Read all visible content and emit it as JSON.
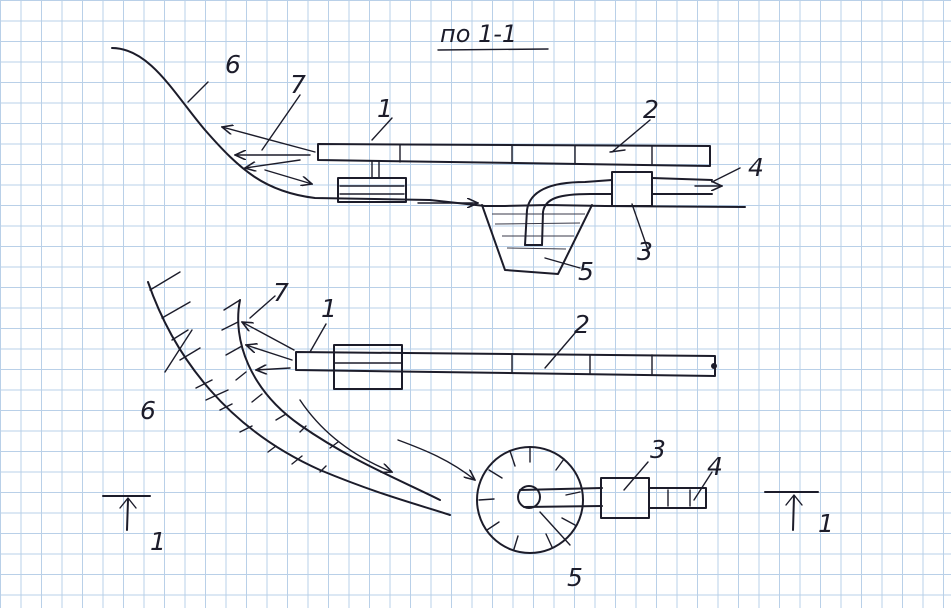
{
  "title": "по 1-1",
  "labels": {
    "top_6": "6",
    "top_7": "7",
    "top_1": "1",
    "top_2": "2",
    "top_3": "3",
    "top_4": "4",
    "top_5": "5",
    "plan_7": "7",
    "plan_1": "1",
    "plan_2": "2",
    "plan_6": "6",
    "plan_3": "3",
    "plan_4": "4",
    "plan_5": "5",
    "section_left": "1",
    "section_right": "1"
  }
}
